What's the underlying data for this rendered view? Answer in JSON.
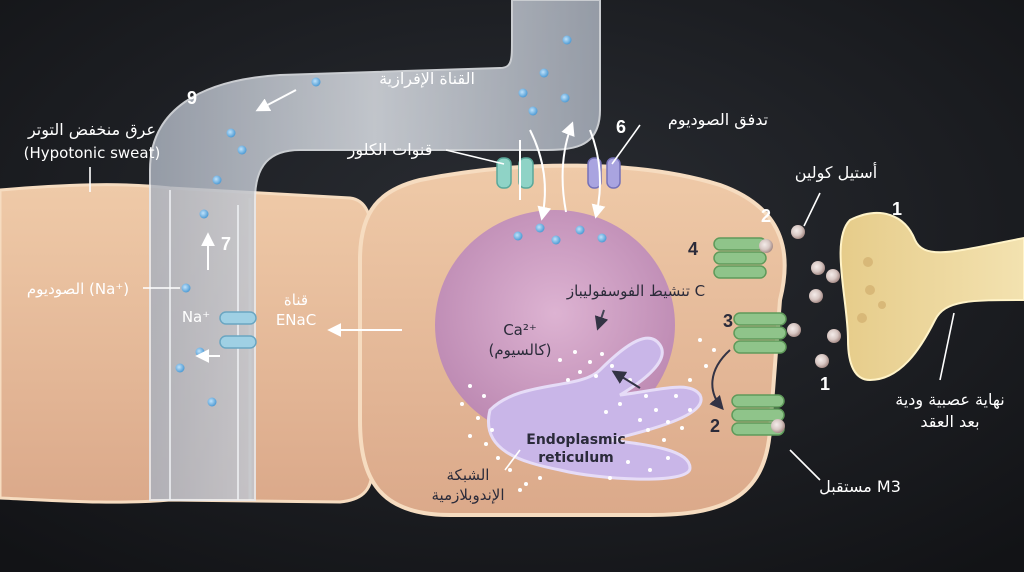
{
  "colors": {
    "background": "#15171b",
    "cell": "#eac29e",
    "cell_edge": "#f6dcc0",
    "duct": "#c9ced6",
    "nucleus": "#c99bc6",
    "er": "#c9b6e8",
    "chloride_channel": "#8fd3c6",
    "sodium_channel": "#a9a4e0",
    "enac": "#9fd0e4",
    "m3_receptor": "#8fc48a",
    "nerve": "#f0dca0",
    "sodium_dot": "#6fb4e6",
    "acetylcholine": "#d7c9c6"
  },
  "labels": {
    "duct": "القناة الإفرازية",
    "sweat_ar": "عرق منخفض التوتر",
    "sweat_en": "(Hypotonic sweat)",
    "sodium_ion": "الصوديوم (Na⁺)",
    "na_plus": "Na⁺",
    "enac_line1": "قناة",
    "enac_line2": "ENaC",
    "chloride_channels": "قنوات الكلور",
    "sodium_flow": "تدفق الصوديوم",
    "acetylcholine": "أستيل كولين",
    "plc": "تنشيط الفوسفوليباز C",
    "calcium_line1": "Ca²⁺",
    "calcium_line2": "(كالسيوم)",
    "er_en_line1": "Endoplasmic",
    "er_en_line2": "reticulum",
    "er_ar_line1": "الشبكة",
    "er_ar_line2": "الإندوبلازمية",
    "m3_receptor": "مستقبل M3",
    "nerve_line1": "نهاية عصبية ودية",
    "nerve_line2": "بعد العقد"
  },
  "steps": {
    "s9": "9",
    "s7": "7",
    "s6": "6",
    "s4": "4",
    "s3": "3",
    "s2a": "2",
    "s2b": "2",
    "s1a": "1",
    "s1b": "1"
  }
}
